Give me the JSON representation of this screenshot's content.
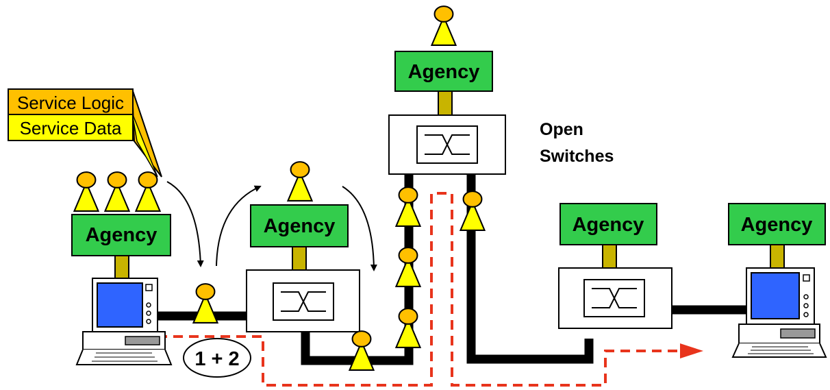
{
  "agency_label": "Agency",
  "service_logic_label": "Service Logic",
  "service_data_label": "Service Data",
  "open_switches_line1": "Open",
  "open_switches_line2": "Switches",
  "bubble_label": "1 + 2",
  "colors": {
    "agency_fill": "#33cc4c",
    "agent_fill": "#ffff00",
    "agent_head": "#ffc000",
    "service_logic_fill": "#ffc000",
    "service_data_fill": "#ffff00",
    "pillar_fill": "#c8b400",
    "flow_red": "#e8341c",
    "screen_blue": "#2f64ff"
  },
  "icons": [
    "agent-icon",
    "switch-icon",
    "computer-terminal-icon",
    "arrow-icon"
  ]
}
